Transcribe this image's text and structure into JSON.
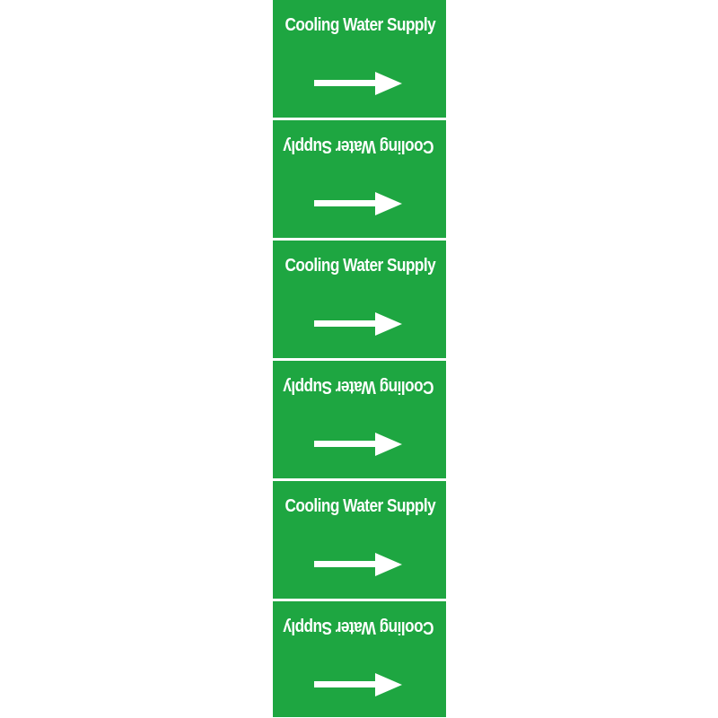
{
  "labels": [
    {
      "text": "Cooling Water Supply",
      "orientation": "upright",
      "arrow": "arrow-right-icon"
    },
    {
      "text": "Cooling Water Supply",
      "orientation": "upside-down",
      "arrow": "arrow-right-icon"
    },
    {
      "text": "Cooling Water Supply",
      "orientation": "upright",
      "arrow": "arrow-right-icon"
    },
    {
      "text": "Cooling Water Supply",
      "orientation": "upside-down",
      "arrow": "arrow-right-icon"
    },
    {
      "text": "Cooling Water Supply",
      "orientation": "upright",
      "arrow": "arrow-right-icon"
    },
    {
      "text": "Cooling Water Supply",
      "orientation": "upside-down",
      "arrow": "arrow-right-icon"
    }
  ],
  "colors": {
    "background": "#1ea641",
    "foreground": "#ffffff"
  }
}
